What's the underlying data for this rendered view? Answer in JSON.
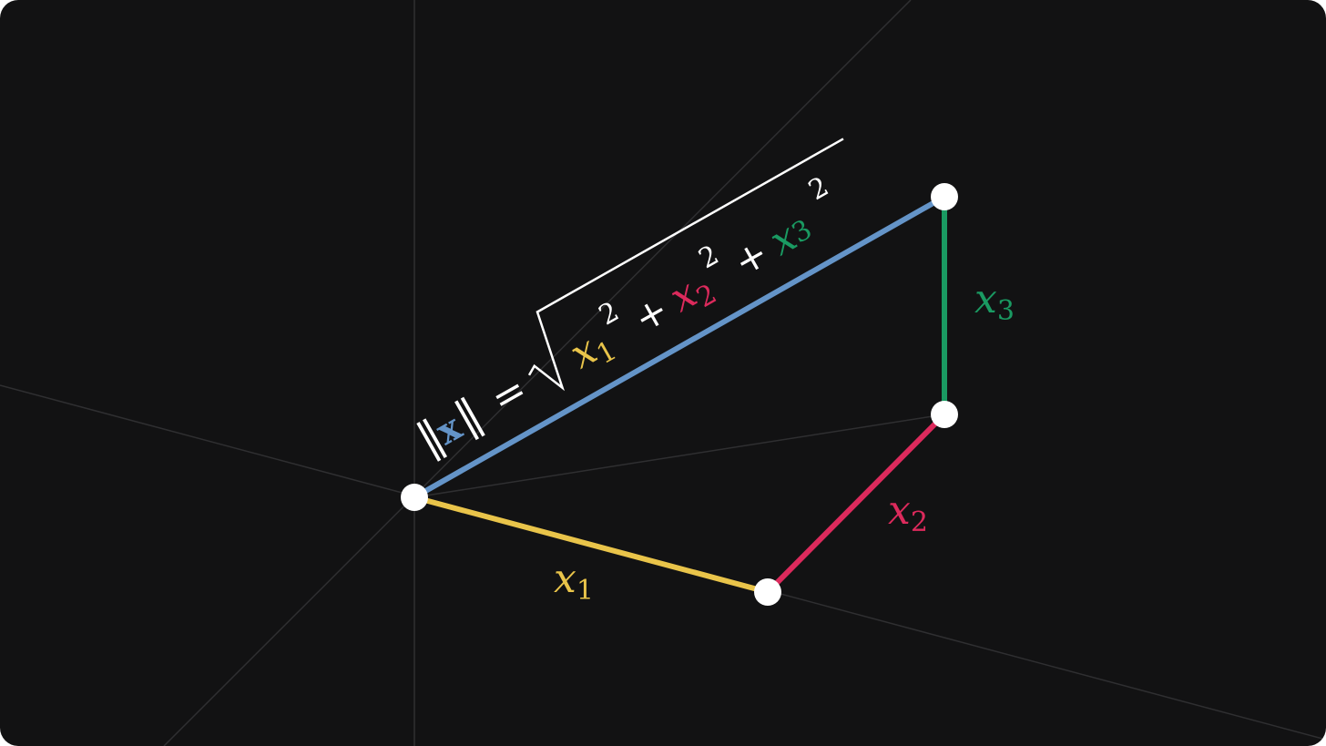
{
  "colors": {
    "background": "#121213",
    "grid": "#2f2f31",
    "x1": "#e9c44a",
    "x2": "#dc2a5c",
    "x3": "#1a9a62",
    "norm": "#6494c8",
    "text": "#ffffff",
    "point": "#ffffff"
  },
  "labels": {
    "x1": {
      "base": "x",
      "sub": "1"
    },
    "x2": {
      "base": "x",
      "sub": "2"
    },
    "x3": {
      "base": "x",
      "sub": "3"
    }
  },
  "formula": {
    "norm_bars": "‖",
    "vector": "x",
    "equals": "=",
    "radical": "√",
    "plus": "+",
    "squared": "2",
    "term1": {
      "base": "x",
      "sub": "1"
    },
    "term2": {
      "base": "x",
      "sub": "2"
    },
    "term3": {
      "base": "x",
      "sub": "3"
    }
  }
}
